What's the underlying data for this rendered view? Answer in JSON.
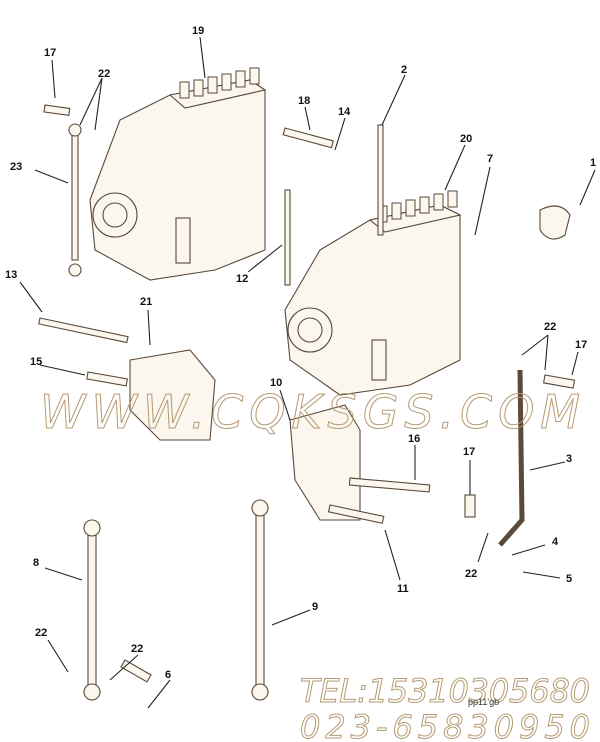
{
  "diagram": {
    "callouts": [
      {
        "label": "17"
      },
      {
        "label": "22"
      },
      {
        "label": "19"
      },
      {
        "label": "23"
      },
      {
        "label": "18"
      },
      {
        "label": "14"
      },
      {
        "label": "2"
      },
      {
        "label": "20"
      },
      {
        "label": "7"
      },
      {
        "label": "1"
      },
      {
        "label": "12"
      },
      {
        "label": "13"
      },
      {
        "label": "21"
      },
      {
        "label": "15"
      },
      {
        "label": "22"
      },
      {
        "label": "17"
      },
      {
        "label": "10"
      },
      {
        "label": "16"
      },
      {
        "label": "17"
      },
      {
        "label": "3"
      },
      {
        "label": "4"
      },
      {
        "label": "22"
      },
      {
        "label": "5"
      },
      {
        "label": "11"
      },
      {
        "label": "8"
      },
      {
        "label": "9"
      },
      {
        "label": "22"
      },
      {
        "label": "22"
      },
      {
        "label": "6"
      }
    ],
    "figure_code": "pp11'gb"
  },
  "watermark": {
    "site": "WWW.CQKSGS.COM",
    "tel": "TEL:15310305680",
    "phone": "023-65830950"
  },
  "colors": {
    "watermark": "#b59a72",
    "part_fill": "#fbf6ee",
    "part_stroke": "#5a4a3a"
  }
}
